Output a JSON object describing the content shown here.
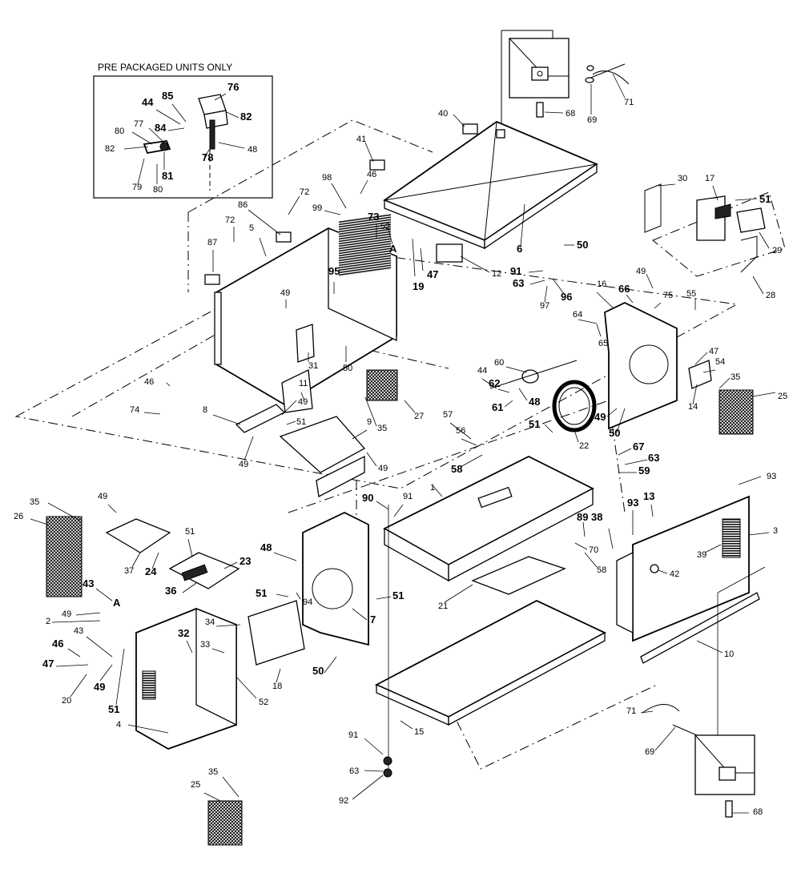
{
  "diagram": {
    "inset_title": "PRE PACKAGED UNITS ONLY",
    "labels": [
      {
        "id": "l44a",
        "text": "44",
        "style": "b"
      },
      {
        "id": "l85a",
        "text": "85",
        "style": "b"
      },
      {
        "id": "l76",
        "text": "76",
        "style": "b"
      },
      {
        "id": "l82a",
        "text": "82",
        "style": "b"
      },
      {
        "id": "l77",
        "text": "77",
        "style": "n"
      },
      {
        "id": "l84",
        "text": "84",
        "style": "b"
      },
      {
        "id": "l80a",
        "text": "80",
        "style": "n"
      },
      {
        "id": "l82b",
        "text": "82",
        "style": "n"
      },
      {
        "id": "l81",
        "text": "81",
        "style": "b"
      },
      {
        "id": "l78",
        "text": "78",
        "style": "b"
      },
      {
        "id": "l48a",
        "text": "48",
        "style": "n"
      },
      {
        "id": "l79",
        "text": "79",
        "style": "n"
      },
      {
        "id": "l80b",
        "text": "80",
        "style": "n"
      },
      {
        "id": "l40",
        "text": "40",
        "style": "n"
      },
      {
        "id": "l68a",
        "text": "68",
        "style": "n"
      },
      {
        "id": "l69a",
        "text": "69",
        "style": "n"
      },
      {
        "id": "l71a",
        "text": "71",
        "style": "n"
      },
      {
        "id": "l41",
        "text": "41",
        "style": "n"
      },
      {
        "id": "l46a",
        "text": "46",
        "style": "n"
      },
      {
        "id": "l98",
        "text": "98",
        "style": "n"
      },
      {
        "id": "l99",
        "text": "99",
        "style": "n"
      },
      {
        "id": "l72a",
        "text": "72",
        "style": "n"
      },
      {
        "id": "l86",
        "text": "86",
        "style": "n"
      },
      {
        "id": "l72b",
        "text": "72",
        "style": "n"
      },
      {
        "id": "l5",
        "text": "5",
        "style": "n"
      },
      {
        "id": "l87",
        "text": "87",
        "style": "n"
      },
      {
        "id": "l73",
        "text": "73",
        "style": "b"
      },
      {
        "id": "l52a",
        "text": "52",
        "style": "n"
      },
      {
        "id": "lA1",
        "text": "A",
        "style": "b"
      },
      {
        "id": "l19",
        "text": "19",
        "style": "b"
      },
      {
        "id": "l47a",
        "text": "47",
        "style": "b"
      },
      {
        "id": "l6",
        "text": "6",
        "style": "b"
      },
      {
        "id": "l12",
        "text": "12",
        "style": "n"
      },
      {
        "id": "l50a",
        "text": "50",
        "style": "b"
      },
      {
        "id": "l91a",
        "text": "91",
        "style": "b"
      },
      {
        "id": "l63a",
        "text": "63",
        "style": "b"
      },
      {
        "id": "l96",
        "text": "96",
        "style": "b"
      },
      {
        "id": "l97",
        "text": "97",
        "style": "n"
      },
      {
        "id": "l30",
        "text": "30",
        "style": "n"
      },
      {
        "id": "l17",
        "text": "17",
        "style": "n"
      },
      {
        "id": "l51a",
        "text": "51",
        "style": "b"
      },
      {
        "id": "l29",
        "text": "29",
        "style": "n"
      },
      {
        "id": "l28",
        "text": "28",
        "style": "n"
      },
      {
        "id": "l95",
        "text": "95",
        "style": "b"
      },
      {
        "id": "l49a",
        "text": "49",
        "style": "n"
      },
      {
        "id": "l31",
        "text": "31",
        "style": "n"
      },
      {
        "id": "l50b",
        "text": "50",
        "style": "n"
      },
      {
        "id": "l11",
        "text": "11",
        "style": "n"
      },
      {
        "id": "l46b",
        "text": "46",
        "style": "n"
      },
      {
        "id": "l74",
        "text": "74",
        "style": "n"
      },
      {
        "id": "l8",
        "text": "8",
        "style": "n"
      },
      {
        "id": "l49b",
        "text": "49",
        "style": "n"
      },
      {
        "id": "l51b",
        "text": "51",
        "style": "n"
      },
      {
        "id": "l49c",
        "text": "49",
        "style": "n"
      },
      {
        "id": "l9",
        "text": "9",
        "style": "n"
      },
      {
        "id": "l49d",
        "text": "49",
        "style": "n"
      },
      {
        "id": "l35a",
        "text": "35",
        "style": "n"
      },
      {
        "id": "l27",
        "text": "27",
        "style": "n"
      },
      {
        "id": "l16",
        "text": "16",
        "style": "n"
      },
      {
        "id": "l66",
        "text": "66",
        "style": "b"
      },
      {
        "id": "l49e",
        "text": "49",
        "style": "n"
      },
      {
        "id": "l75",
        "text": "75",
        "style": "n"
      },
      {
        "id": "l55",
        "text": "55",
        "style": "n"
      },
      {
        "id": "l64",
        "text": "64",
        "style": "n"
      },
      {
        "id": "l65",
        "text": "65",
        "style": "n"
      },
      {
        "id": "l60",
        "text": "60",
        "style": "n"
      },
      {
        "id": "l44b",
        "text": "44",
        "style": "n"
      },
      {
        "id": "l62",
        "text": "62",
        "style": "b"
      },
      {
        "id": "l48b",
        "text": "48",
        "style": "b"
      },
      {
        "id": "l61",
        "text": "61",
        "style": "b"
      },
      {
        "id": "l47b",
        "text": "47",
        "style": "n"
      },
      {
        "id": "l54",
        "text": "54",
        "style": "n"
      },
      {
        "id": "l35b",
        "text": "35",
        "style": "n"
      },
      {
        "id": "l25a",
        "text": "25",
        "style": "n"
      },
      {
        "id": "l14",
        "text": "14",
        "style": "n"
      },
      {
        "id": "l49f",
        "text": "49",
        "style": "b"
      },
      {
        "id": "l50c",
        "text": "50",
        "style": "b"
      },
      {
        "id": "l22",
        "text": "22",
        "style": "n"
      },
      {
        "id": "l51c",
        "text": "51",
        "style": "b"
      },
      {
        "id": "l57",
        "text": "57",
        "style": "n"
      },
      {
        "id": "l56",
        "text": "56",
        "style": "n"
      },
      {
        "id": "l58a",
        "text": "58",
        "style": "b"
      },
      {
        "id": "l67",
        "text": "67",
        "style": "b"
      },
      {
        "id": "l63b",
        "text": "63",
        "style": "b"
      },
      {
        "id": "l59",
        "text": "59",
        "style": "b"
      },
      {
        "id": "l1",
        "text": "1",
        "style": "n"
      },
      {
        "id": "l93a",
        "text": "93",
        "style": "n"
      },
      {
        "id": "l13",
        "text": "13",
        "style": "b"
      },
      {
        "id": "l93b",
        "text": "93",
        "style": "b"
      },
      {
        "id": "l3",
        "text": "3",
        "style": "n"
      },
      {
        "id": "l90",
        "text": "90",
        "style": "b"
      },
      {
        "id": "l91b",
        "text": "91",
        "style": "n"
      },
      {
        "id": "l89",
        "text": "89",
        "style": "b"
      },
      {
        "id": "l38",
        "text": "38",
        "style": "b"
      },
      {
        "id": "l70",
        "text": "70",
        "style": "n"
      },
      {
        "id": "l39",
        "text": "39",
        "style": "n"
      },
      {
        "id": "l58b",
        "text": "58",
        "style": "n"
      },
      {
        "id": "l42",
        "text": "42",
        "style": "n"
      },
      {
        "id": "l21",
        "text": "21",
        "style": "n"
      },
      {
        "id": "l10",
        "text": "10",
        "style": "n"
      },
      {
        "id": "l35c",
        "text": "35",
        "style": "n"
      },
      {
        "id": "l26",
        "text": "26",
        "style": "n"
      },
      {
        "id": "l49g",
        "text": "49",
        "style": "n"
      },
      {
        "id": "l37",
        "text": "37",
        "style": "n"
      },
      {
        "id": "l24",
        "text": "24",
        "style": "b"
      },
      {
        "id": "l51d",
        "text": "51",
        "style": "n"
      },
      {
        "id": "l23",
        "text": "23",
        "style": "b"
      },
      {
        "id": "l36",
        "text": "36",
        "style": "b"
      },
      {
        "id": "l48c",
        "text": "48",
        "style": "b"
      },
      {
        "id": "l51e",
        "text": "51",
        "style": "b"
      },
      {
        "id": "l51f",
        "text": "51",
        "style": "b"
      },
      {
        "id": "l94",
        "text": "94",
        "style": "n"
      },
      {
        "id": "l7",
        "text": "7",
        "style": "b"
      },
      {
        "id": "l43a",
        "text": "43",
        "style": "b"
      },
      {
        "id": "lA2",
        "text": "A",
        "style": "b"
      },
      {
        "id": "l49h",
        "text": "49",
        "style": "n"
      },
      {
        "id": "l2",
        "text": "2",
        "style": "n"
      },
      {
        "id": "l43b",
        "text": "43",
        "style": "n"
      },
      {
        "id": "l46c",
        "text": "46",
        "style": "b"
      },
      {
        "id": "l47c",
        "text": "47",
        "style": "b"
      },
      {
        "id": "l49i",
        "text": "49",
        "style": "b"
      },
      {
        "id": "l32",
        "text": "32",
        "style": "b"
      },
      {
        "id": "l33",
        "text": "33",
        "style": "n"
      },
      {
        "id": "l34",
        "text": "34",
        "style": "n"
      },
      {
        "id": "l18",
        "text": "18",
        "style": "n"
      },
      {
        "id": "l50d",
        "text": "50",
        "style": "b"
      },
      {
        "id": "l20",
        "text": "20",
        "style": "n"
      },
      {
        "id": "l51g",
        "text": "51",
        "style": "b"
      },
      {
        "id": "l52b",
        "text": "52",
        "style": "n"
      },
      {
        "id": "l4",
        "text": "4",
        "style": "n"
      },
      {
        "id": "l15",
        "text": "15",
        "style": "n"
      },
      {
        "id": "l91c",
        "text": "91",
        "style": "n"
      },
      {
        "id": "l63c",
        "text": "63",
        "style": "n"
      },
      {
        "id": "l92",
        "text": "92",
        "style": "n"
      },
      {
        "id": "l71b",
        "text": "71",
        "style": "n"
      },
      {
        "id": "l69b",
        "text": "69",
        "style": "n"
      },
      {
        "id": "l68b",
        "text": "68",
        "style": "n"
      },
      {
        "id": "l35d",
        "text": "35",
        "style": "n"
      },
      {
        "id": "l25b",
        "text": "25",
        "style": "n"
      }
    ]
  }
}
